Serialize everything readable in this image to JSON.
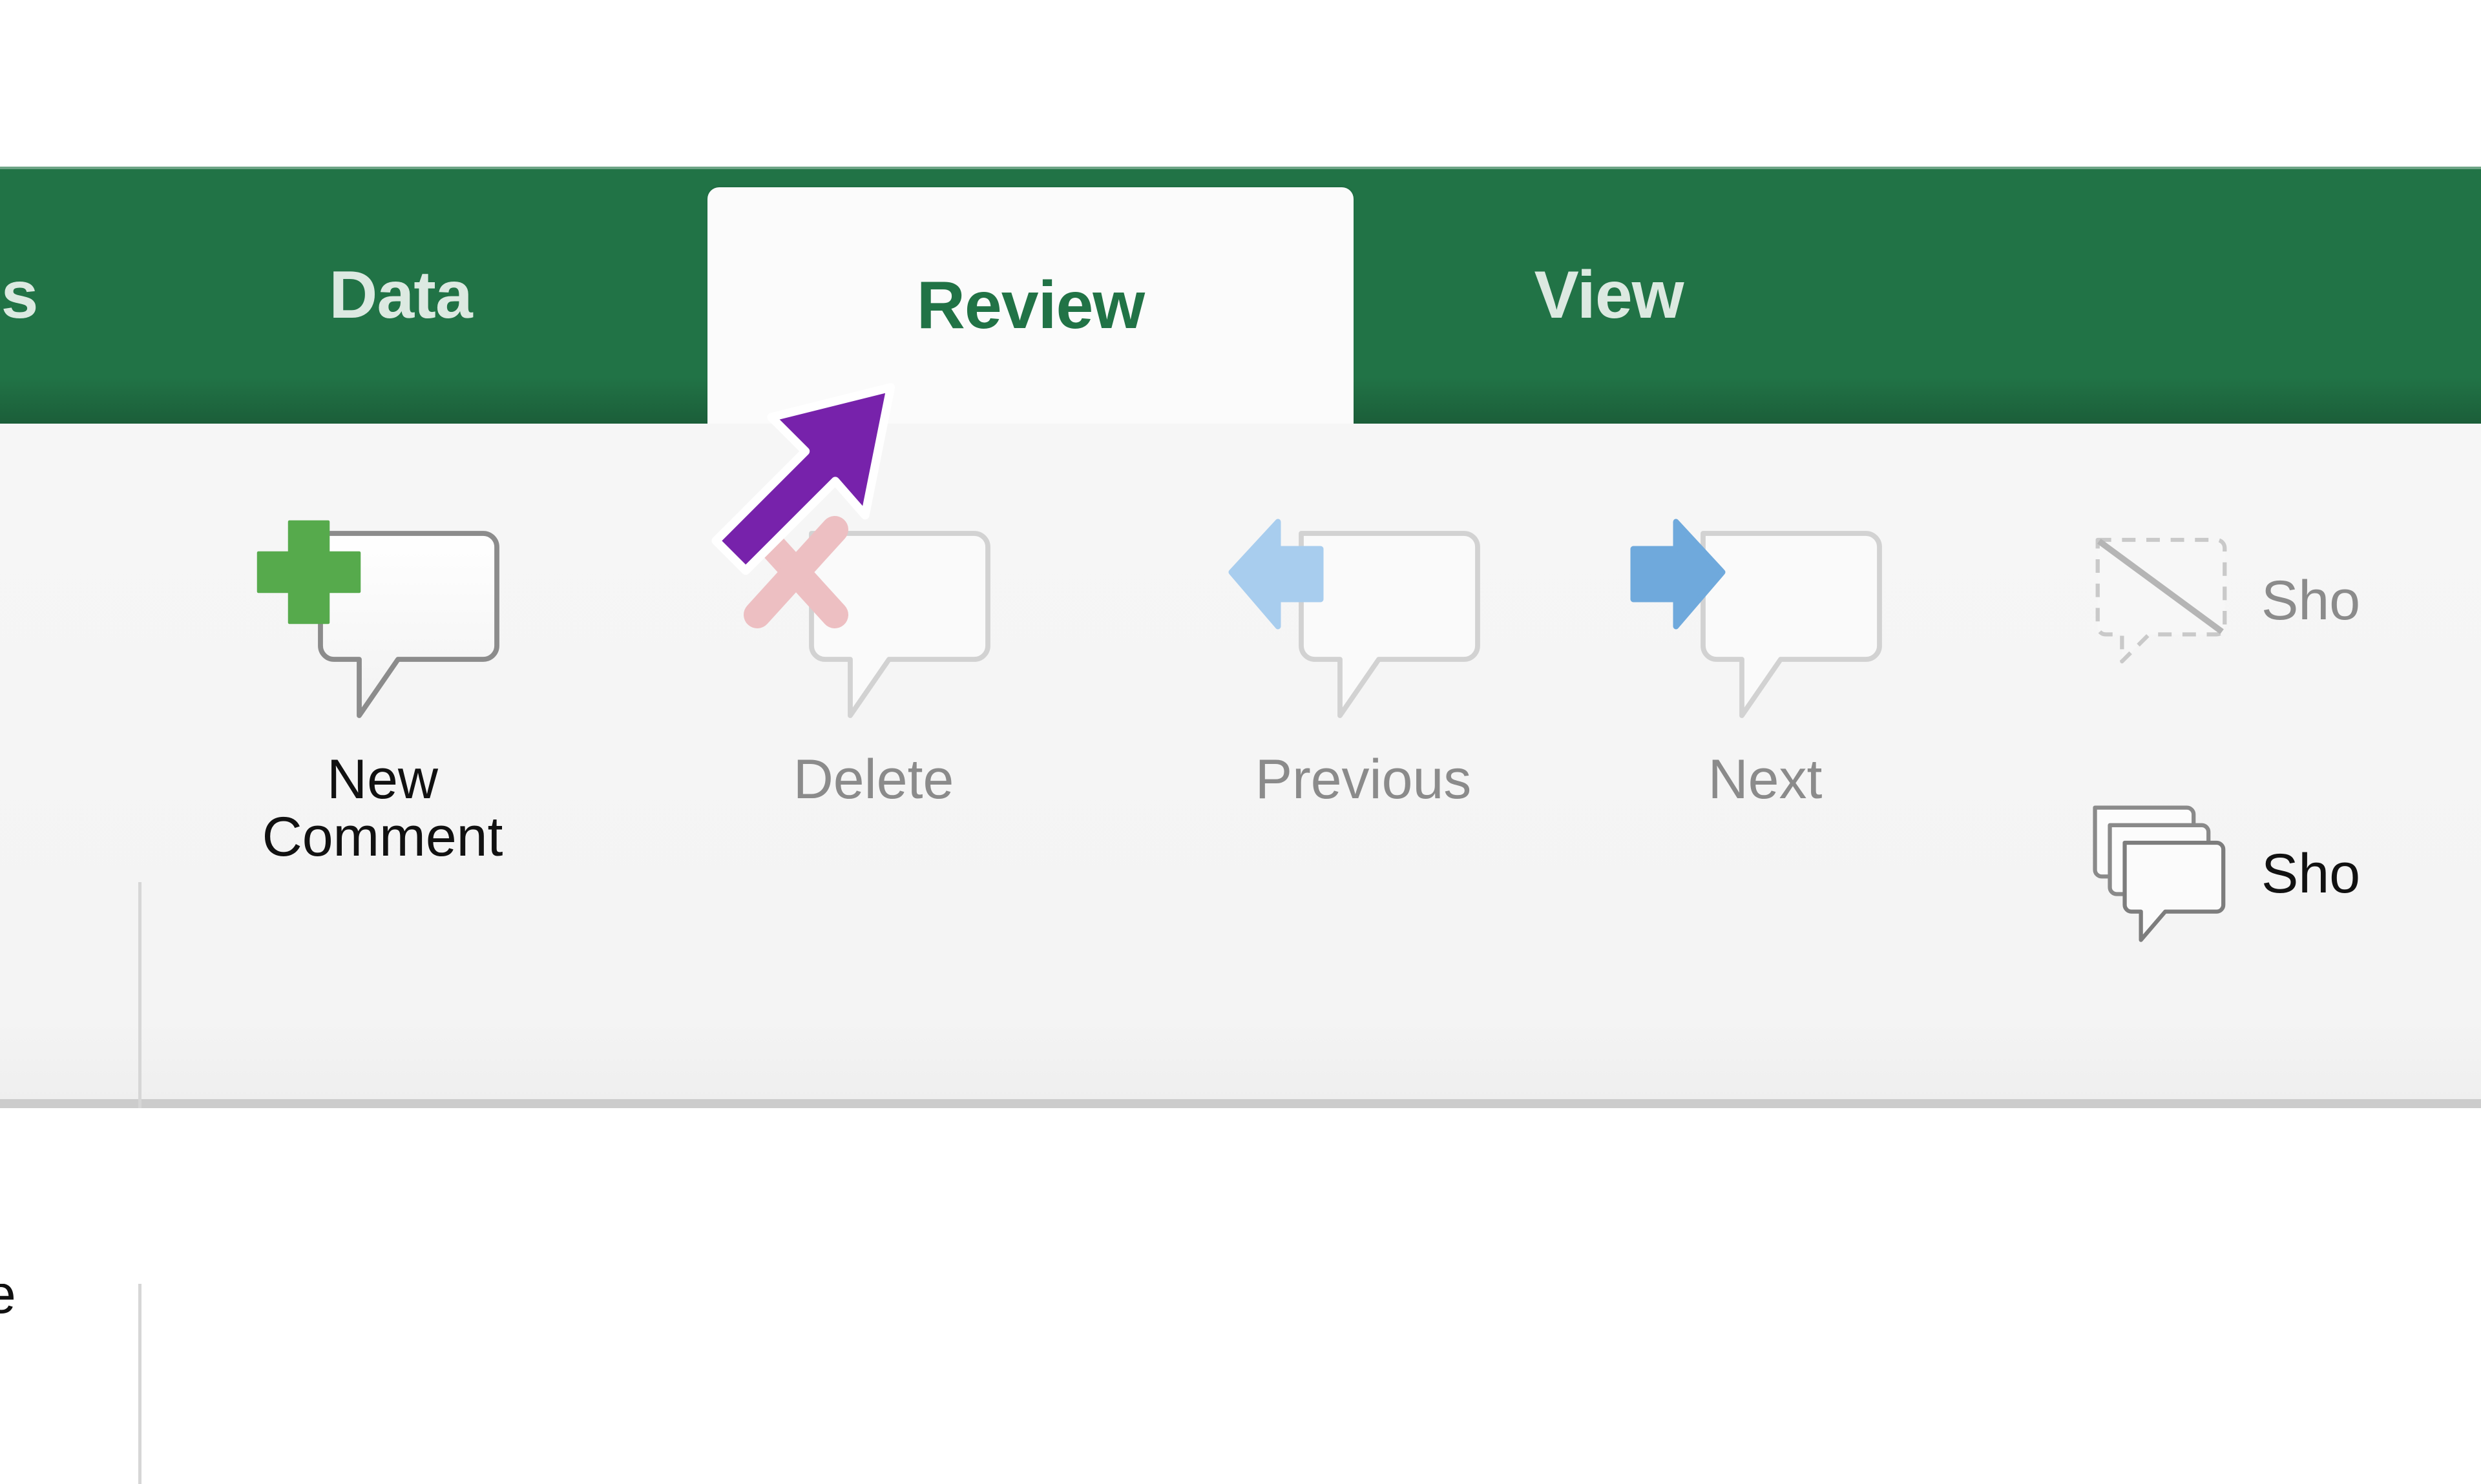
{
  "app": {
    "accent_green": "#217346",
    "ribbon_bg": "#f5f5f5",
    "tab_inactive_text": "#dce9e1",
    "disabled_text": "#8b8b8b",
    "enabled_text": "#111111",
    "annotation_arrow_color": "#7722ab"
  },
  "ribbon": {
    "tabs": [
      {
        "label": "s",
        "active": false,
        "clipped": true
      },
      {
        "label": "Data",
        "active": false,
        "clipped": false
      },
      {
        "label": "Review",
        "active": true,
        "clipped": false
      },
      {
        "label": "View",
        "active": false,
        "clipped": false
      }
    ],
    "previous_group_clipped_label": "e",
    "comments_group": {
      "buttons": [
        {
          "name": "new-comment",
          "label": "New\nComment",
          "icon": "comment-plus-icon",
          "enabled": true
        },
        {
          "name": "delete-comment",
          "label": "Delete",
          "icon": "comment-delete-icon",
          "enabled": false
        },
        {
          "name": "previous-comment",
          "label": "Previous",
          "icon": "comment-previous-icon",
          "enabled": false
        },
        {
          "name": "next-comment",
          "label": "Next",
          "icon": "comment-next-icon",
          "enabled": false
        }
      ],
      "stacked_buttons": [
        {
          "name": "show-hide-comment",
          "label": "Sho",
          "icon": "comment-hide-icon",
          "enabled": false,
          "clipped": true
        },
        {
          "name": "show-all-comments",
          "label": "Sho",
          "icon": "comments-stack-icon",
          "enabled": true,
          "clipped": true
        }
      ]
    }
  },
  "annotation": {
    "arrow": "up-right-arrow",
    "points_at": "Review"
  }
}
